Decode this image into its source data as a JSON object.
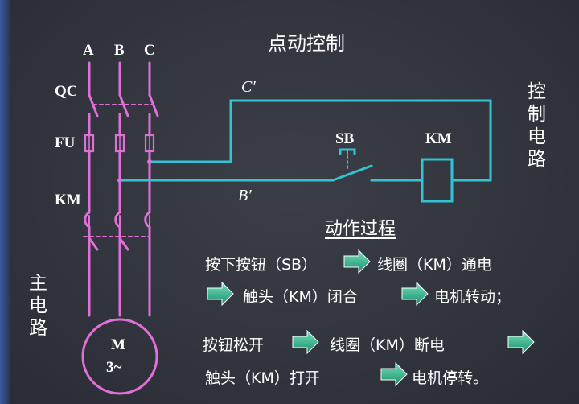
{
  "title": "点动控制",
  "phases": [
    "A",
    "B",
    "C"
  ],
  "components": {
    "qc": "QC",
    "fu": "FU",
    "km_main": "KM",
    "sb": "SB",
    "km_coil": "KM",
    "motor_name": "M",
    "motor_type": "3~"
  },
  "nodes": {
    "c_prime": "C′",
    "b_prime": "B′"
  },
  "sections": {
    "control_circuit": "控制电路",
    "main_circuit": "主电路"
  },
  "process": {
    "heading": "动作过程",
    "line1": {
      "a": "按下按钮（SB）",
      "b": "线圈（KM）通电"
    },
    "line2": {
      "a": "触头（KM）闭合",
      "b": "电机转动；"
    },
    "line3": {
      "a": "按钮松开",
      "b": "线圈（KM）断电"
    },
    "line4": {
      "a": "触头（KM）打开",
      "b": "电机停转。"
    }
  },
  "colors": {
    "main_wire": "#e070d8",
    "control_wire": "#33c3d3",
    "arrow": "#2fae8a",
    "text": "#ffffff",
    "background": "#33363f"
  }
}
